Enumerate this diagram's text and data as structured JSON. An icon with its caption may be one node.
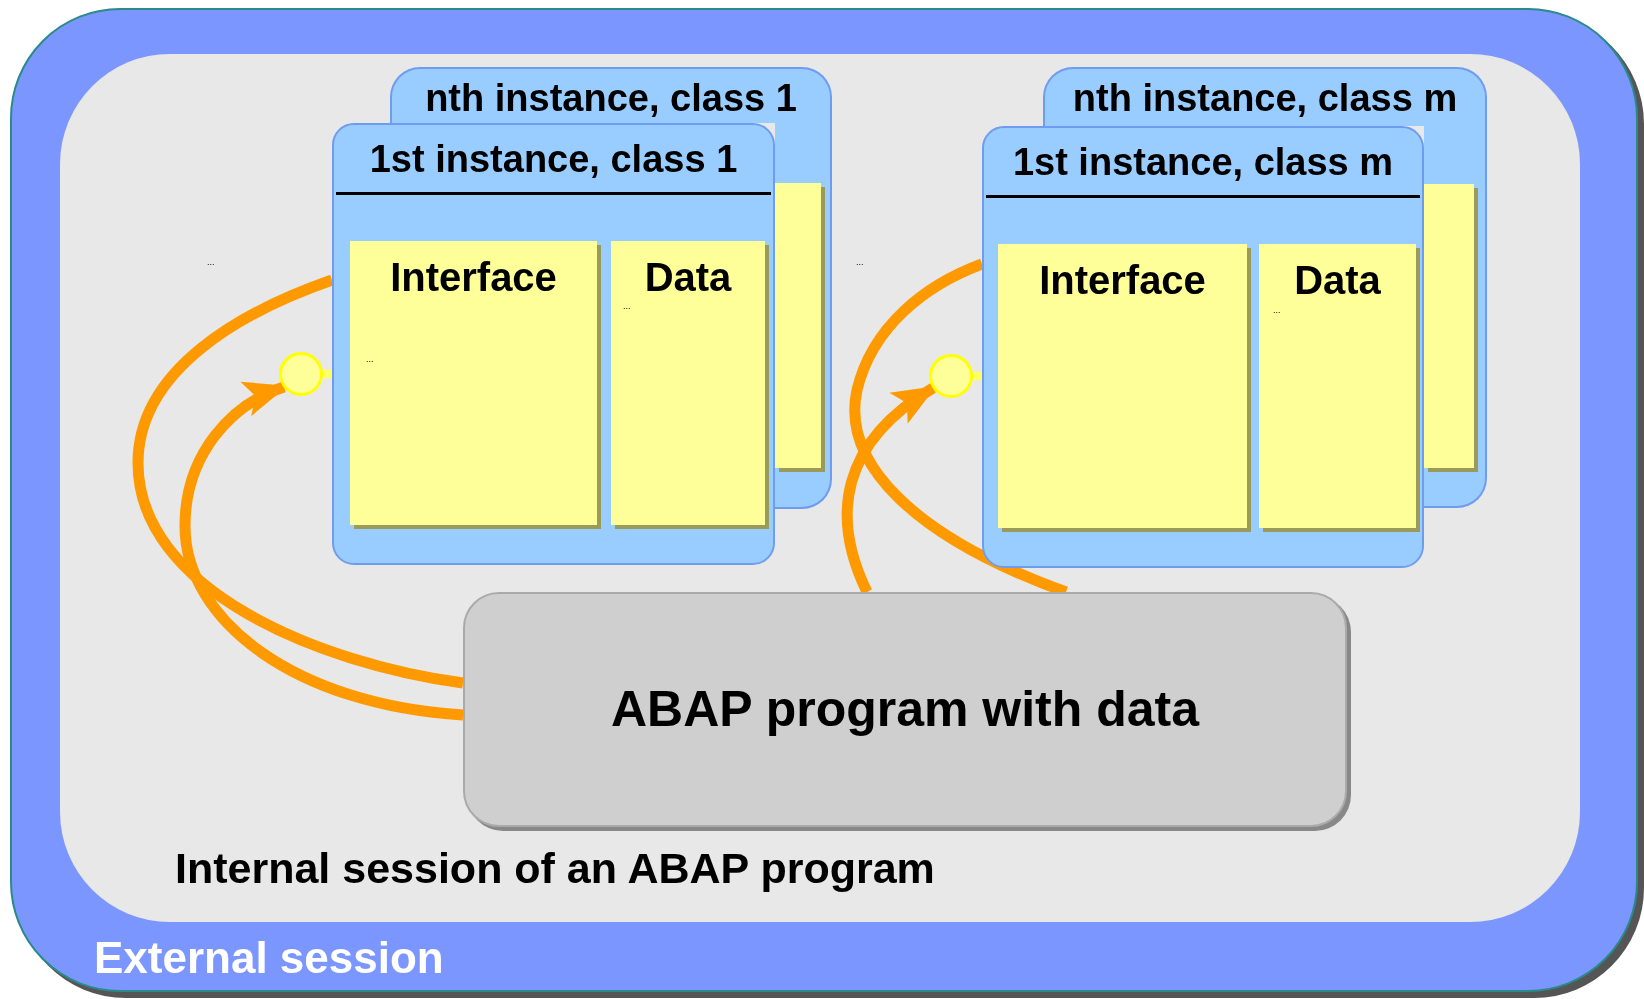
{
  "diagram": {
    "nodes": [
      {
        "text": [
          "External session"
        ]
      },
      {
        "text": [
          "Internal session of an ABAP program"
        ],
        "in": 0
      },
      {
        "text": [
          "nth instance, class 1"
        ],
        "in": 1
      },
      {
        "text": [],
        "shape": "box",
        "in": 1
      },
      {
        "text": [
          "1st instance, class 1"
        ],
        "in": 1
      },
      {
        "text": [
          "Interface"
        ],
        "in": 4
      },
      {
        "text": [
          "Data"
        ],
        "in": 4
      },
      {
        "text": [],
        "shape": "circle",
        "in": 1
      },
      {
        "text": [
          "nth instance, class m"
        ],
        "in": 1
      },
      {
        "text": [],
        "shape": "box",
        "in": 1
      },
      {
        "text": [
          "1st instance, class m"
        ],
        "in": 1
      },
      {
        "text": [
          "Interface"
        ],
        "in": 10
      },
      {
        "text": [
          "Data"
        ],
        "in": 10
      },
      {
        "text": [],
        "shape": "circle",
        "in": 1
      },
      {
        "text": [
          "ABAP program with data"
        ],
        "in": 1
      }
    ],
    "edges": [
      {
        "from": 14,
        "to": 4,
        "arrow": "none"
      },
      {
        "from": 14,
        "to": 7,
        "arrow": "to"
      },
      {
        "from": 14,
        "to": 13,
        "arrow": "to"
      },
      {
        "from": 14,
        "to": 10,
        "arrow": "none"
      },
      {
        "from": 7,
        "to": 5,
        "arrow": "none",
        "color": "#ffff66"
      },
      {
        "from": 13,
        "to": 11,
        "arrow": "none",
        "color": "#ffff66"
      }
    ],
    "labels": [
      "...",
      "...",
      "...",
      "...",
      "..."
    ]
  }
}
